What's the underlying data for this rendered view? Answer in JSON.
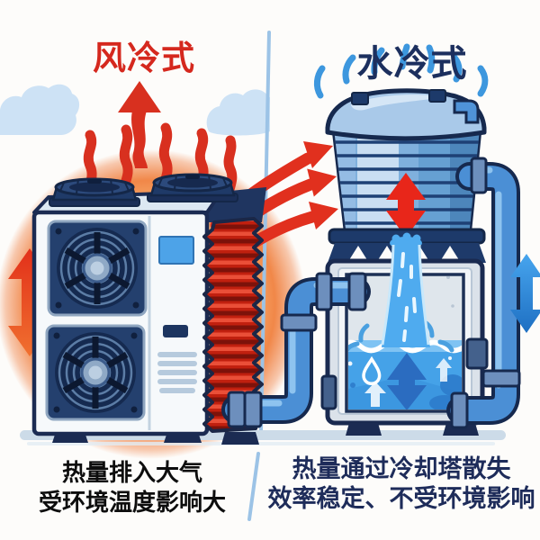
{
  "diagram": {
    "left_panel": {
      "title": "风冷式",
      "title_color": "#d5281e",
      "equipment": "air-cooled condensing unit with two fans and red heat fins",
      "caption_line1": "热量排入大气",
      "caption_line2": "受环境温度影响大",
      "caption_color": "#0d0d0d"
    },
    "right_panel": {
      "title": "水冷式",
      "title_color": "#1c2f5e",
      "equipment": "cooling tower pouring water into basin with pipes",
      "caption_line1": "热量通过冷却塔散失",
      "caption_line2": "效率稳定、不受环境影响",
      "caption_color": "#1e2c5a"
    },
    "colors": {
      "background": "#fdfcfa",
      "heat_red": "#d8301f",
      "arrow_red": "#e1301e",
      "glow_orange": "#f0813f",
      "fin_red": "#c1200f",
      "navy_outline": "#16294e",
      "unit_body": "#f6f9fb",
      "water_blue": "#45a2e8",
      "pipe_blue": "#4b8fd5",
      "divider_blue": "#9cc3e6",
      "cloud_blue": "#cde2f5",
      "ground_gray_blue": "#ccdbe8"
    },
    "icons": [
      "cloud-icon",
      "heat-wave-icon",
      "up-arrow-icon",
      "red-updown-arrow-icon",
      "heat-transfer-arrow-icon",
      "fan-icon",
      "fan-cowl-icon",
      "heat-fins-icon",
      "cooling-tower-icon",
      "splash-icon",
      "waterfall-icon",
      "droplet-icon",
      "white-up-arrow-icon",
      "blue-updown-arrow-icon",
      "pipe-icon"
    ]
  }
}
